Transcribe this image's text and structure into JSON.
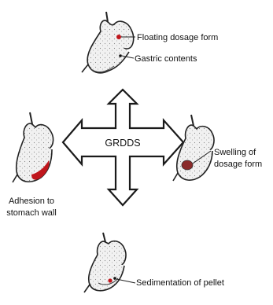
{
  "center": {
    "label": "GRDDS"
  },
  "top": {
    "labels": [
      "Floating dosage form",
      "Gastric contents"
    ]
  },
  "right": {
    "lines": [
      "Swelling of",
      "dosage form"
    ]
  },
  "left": {
    "lines": [
      "Adhesion to",
      "stomach wall"
    ]
  },
  "bottom": {
    "label": "Sedimentation of pellet"
  },
  "colors": {
    "marker_red": "#c0161c",
    "stroke": "#1a1a1a",
    "stomach_fill": "#efefef"
  }
}
